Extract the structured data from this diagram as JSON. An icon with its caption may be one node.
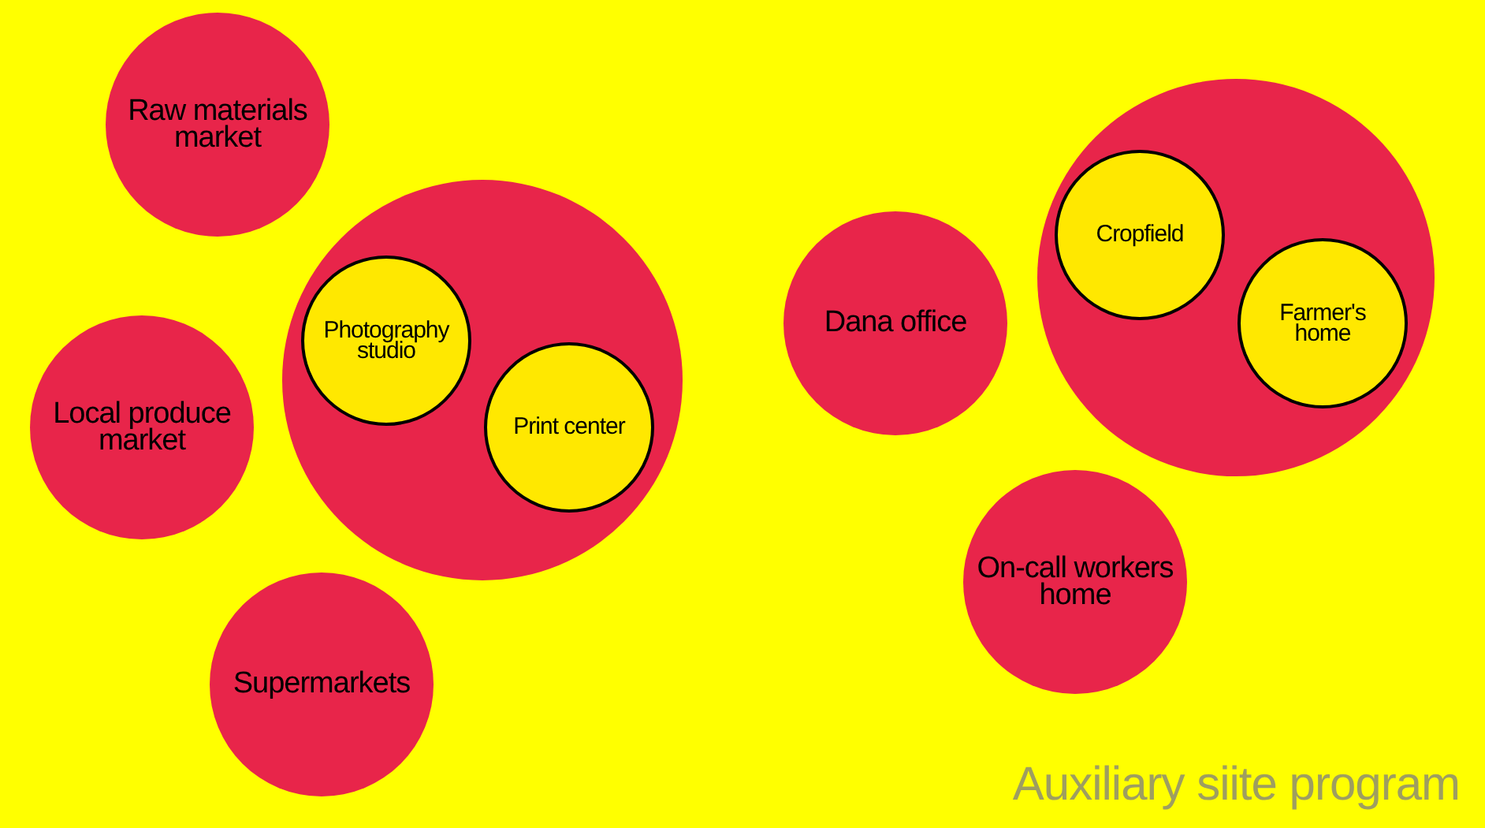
{
  "diagram": {
    "nodes": [
      {
        "text": [
          "Raw materials market"
        ]
      },
      {
        "text": [],
        "shape": "circle"
      },
      {
        "text": [
          "Photography studio"
        ],
        "in": 1
      },
      {
        "text": [
          "Print center"
        ],
        "in": 1
      },
      {
        "text": [
          "Local produce market"
        ]
      },
      {
        "text": [
          "Supermarkets"
        ]
      },
      {
        "text": [
          "Dana office"
        ]
      },
      {
        "text": [],
        "shape": "circle"
      },
      {
        "text": [
          "Cropfield"
        ],
        "in": 7
      },
      {
        "text": [
          "Farmer's home"
        ],
        "in": 7
      },
      {
        "text": [
          "On-call workers home"
        ]
      }
    ],
    "labels": [
      "Auxiliary siite program"
    ]
  }
}
